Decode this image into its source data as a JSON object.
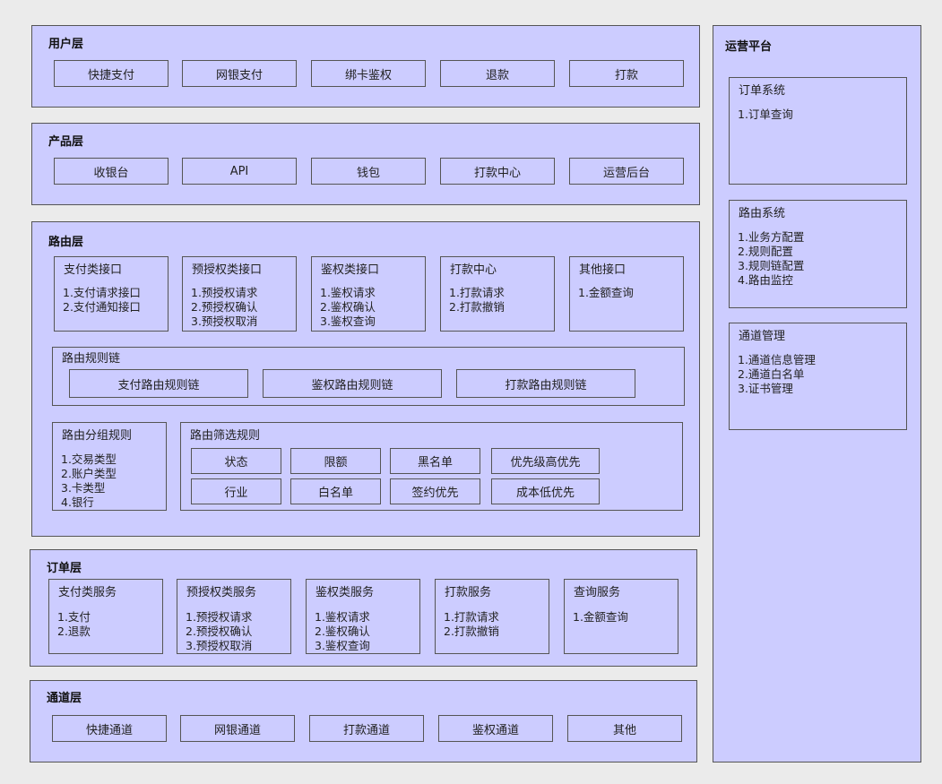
{
  "colors": {
    "fill": "#ccccff",
    "border": "#555555",
    "background": "#ebebeb"
  },
  "user_layer": {
    "title": "用户层",
    "items": [
      "快捷支付",
      "网银支付",
      "绑卡鉴权",
      "退款",
      "打款"
    ]
  },
  "product_layer": {
    "title": "产品层",
    "items": [
      "收银台",
      "API",
      "钱包",
      "打款中心",
      "运营后台"
    ]
  },
  "routing_layer": {
    "title": "路由层",
    "interfaces": [
      {
        "title": "支付类接口",
        "items": [
          "1.支付请求接口",
          "2.支付通知接口"
        ]
      },
      {
        "title": "预授权类接口",
        "items": [
          "1.预授权请求",
          "2.预授权确认",
          "3.预授权取消"
        ]
      },
      {
        "title": "鉴权类接口",
        "items": [
          "1.鉴权请求",
          "2.鉴权确认",
          "3.鉴权查询"
        ]
      },
      {
        "title": "打款中心",
        "items": [
          "1.打款请求",
          "2.打款撤销"
        ]
      },
      {
        "title": "其他接口",
        "items": [
          "1.金额查询"
        ]
      }
    ],
    "rule_chain": {
      "title": "路由规则链",
      "items": [
        "支付路由规则链",
        "鉴权路由规则链",
        "打款路由规则链"
      ]
    },
    "group_rules": {
      "title": "路由分组规则",
      "items": [
        "1.交易类型",
        "2.账户类型",
        "3.卡类型",
        "4.银行"
      ]
    },
    "filter_rules": {
      "title": "路由筛选规则",
      "row1": [
        "状态",
        "限额",
        "黑名单",
        "优先级高优先"
      ],
      "row2": [
        "行业",
        "白名单",
        "签约优先",
        "成本低优先"
      ]
    }
  },
  "order_layer": {
    "title": "订单层",
    "services": [
      {
        "title": "支付类服务",
        "items": [
          "1.支付",
          "2.退款"
        ]
      },
      {
        "title": "预授权类服务",
        "items": [
          "1.预授权请求",
          "2.预授权确认",
          "3.预授权取消"
        ]
      },
      {
        "title": "鉴权类服务",
        "items": [
          "1.鉴权请求",
          "2.鉴权确认",
          "3.鉴权查询"
        ]
      },
      {
        "title": "打款服务",
        "items": [
          "1.打款请求",
          "2.打款撤销"
        ]
      },
      {
        "title": "查询服务",
        "items": [
          "1.金额查询"
        ]
      }
    ]
  },
  "channel_layer": {
    "title": "通道层",
    "items": [
      "快捷通道",
      "网银通道",
      "打款通道",
      "鉴权通道",
      "其他"
    ]
  },
  "ops_platform": {
    "title": "运营平台",
    "sections": [
      {
        "title": "订单系统",
        "items": [
          "1.订单查询"
        ]
      },
      {
        "title": "路由系统",
        "items": [
          "1.业务方配置",
          "2.规则配置",
          "3.规则链配置",
          "4.路由监控"
        ]
      },
      {
        "title": "通道管理",
        "items": [
          "1.通道信息管理",
          "2.通道白名单",
          "3.证书管理"
        ]
      }
    ]
  }
}
